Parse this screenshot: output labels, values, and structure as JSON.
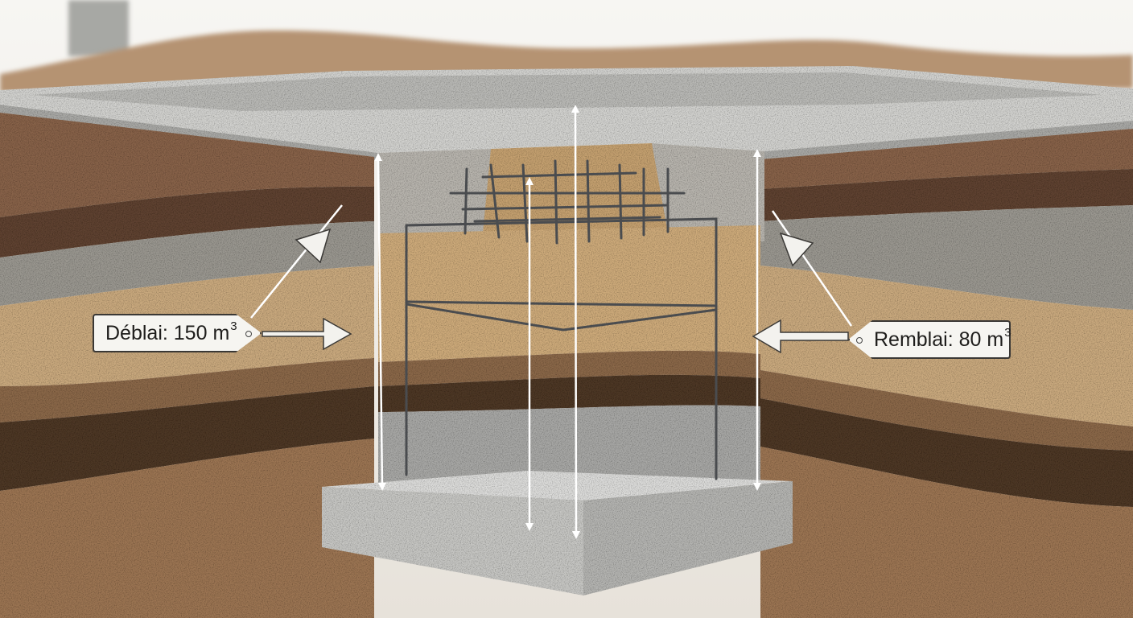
{
  "labels": {
    "cut": {
      "name": "Déblai",
      "value": "150",
      "unit": "m",
      "exponent": "3"
    },
    "fill": {
      "name": "Remblai",
      "value": "80",
      "unit": "m",
      "exponent": "3"
    }
  },
  "colors": {
    "concrete": "#c9c9c6",
    "topsoil": "#5e4330",
    "clay": "#9a9790",
    "sand": "#c9a97e",
    "loam": "#8a6748",
    "gravel": "#4d3727",
    "deep_soil": "#9b7552",
    "rebar": "#4a4c4f",
    "arrow": "#ffffff"
  },
  "icons": [
    "rebar-cage-icon",
    "dimension-arrow-icon",
    "pointer-arrow-icon"
  ]
}
